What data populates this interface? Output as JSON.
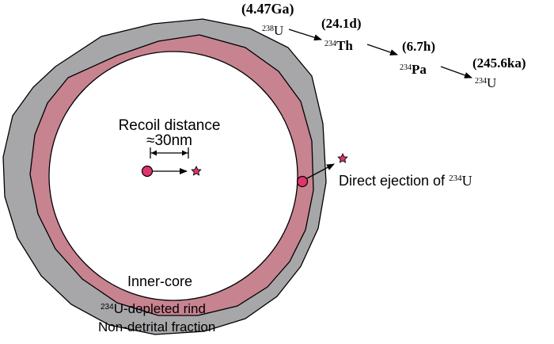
{
  "decay_chain": {
    "u238": {
      "mass": "238",
      "symbol": "U",
      "half_life": "(4.47Ga)"
    },
    "th234": {
      "mass": "234",
      "symbol": "Th",
      "half_life": "(24.1d)"
    },
    "pa234": {
      "mass": "234",
      "symbol": "Pa",
      "half_life": "(6.7h)"
    },
    "u234": {
      "mass": "234",
      "symbol": "U",
      "half_life": "(245.6ka)"
    }
  },
  "grain": {
    "recoil_label": "Recoil distance",
    "recoil_value": "≈30nm",
    "ejection_label_prefix": "Direct ejection of ",
    "ejection_mass": "234",
    "ejection_symbol": "U",
    "inner_core_label": "Inner-core",
    "rind_mass": "234",
    "rind_label": "U-depleted rind",
    "fraction_label": "Non-detrital fraction"
  },
  "colors": {
    "outer_fraction": "#a7a7a9",
    "rind": "#c78390",
    "core": "#ffffff",
    "nucleus": "#e0356e",
    "outline": "#000000"
  }
}
